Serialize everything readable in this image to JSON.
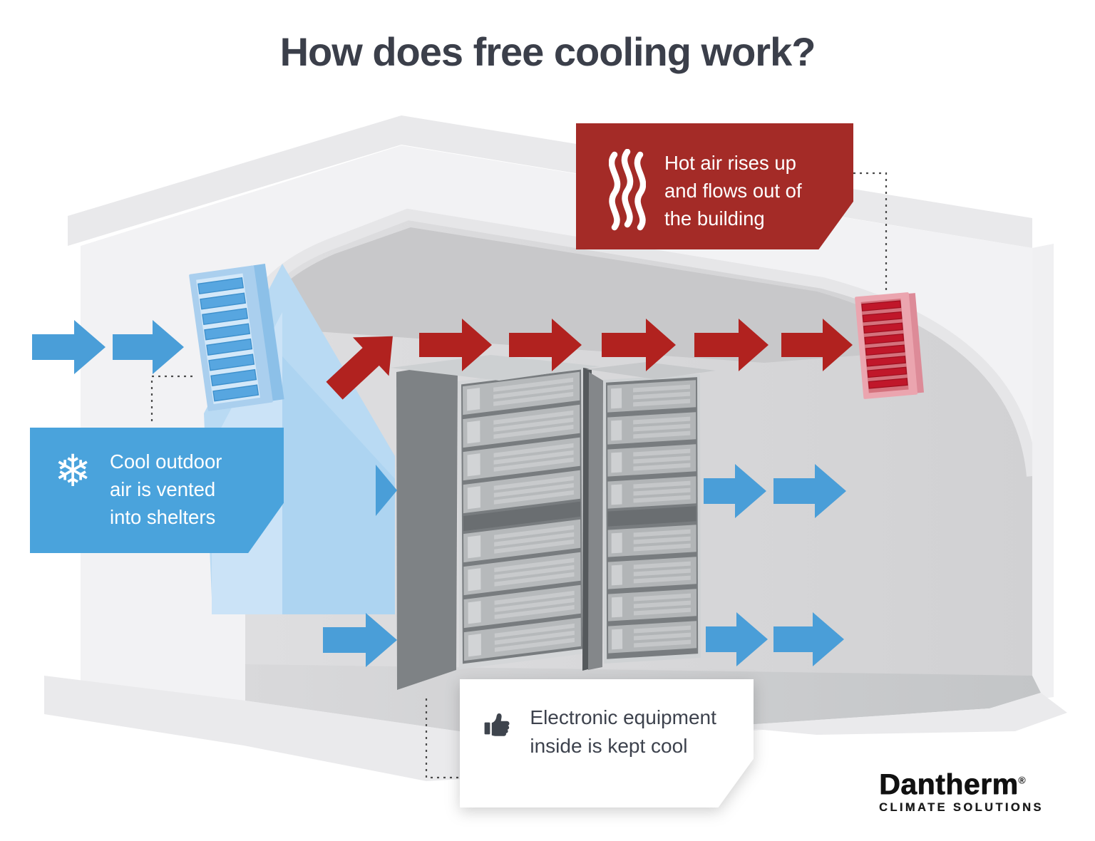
{
  "title": "How does free cooling work?",
  "callouts": {
    "hot_air": {
      "icon": "heat-waves-icon",
      "text": "Hot air rises up and flows out of the building",
      "lines": [
        "Hot air rises up",
        "and flows out of",
        "the building"
      ]
    },
    "cool_air": {
      "icon": "snowflake-icon",
      "icon_glyph": "❄",
      "text": "Cool outdoor air is vented into shelters",
      "lines": [
        "Cool outdoor",
        "air is vented",
        "into shelters"
      ]
    },
    "equipment": {
      "icon": "thumbs-up-icon",
      "text": "Electronic equipment inside is kept cool",
      "lines": [
        "Electronic",
        "equipment inside",
        "is kept cool"
      ]
    }
  },
  "logo": {
    "brand": "Dantherm",
    "registered_mark": "®",
    "tagline": "CLIMATE SOLUTIONS"
  },
  "diagram": {
    "type": "airflow-infographic",
    "subject": "telecom shelter free cooling cutaway",
    "cool_air_color": "#4a9ed8",
    "hot_air_color": "#b1221f",
    "callout_colors": {
      "hot": "#a42b27",
      "cool": "#4aa3dc",
      "equipment": "#ffffff"
    },
    "vents": {
      "intake": "blue louver vent (left wall)",
      "exhaust": "red louver vent (right wall)"
    },
    "server_racks": 2,
    "arrow_counts": {
      "cool_intake_outside": 2,
      "cool_into_racks": 2,
      "cool_exit_mid_right": 2,
      "cool_exit_bottom_right": 2,
      "hot_rising_diagonal": 1,
      "hot_exhaust_row": 5
    }
  }
}
